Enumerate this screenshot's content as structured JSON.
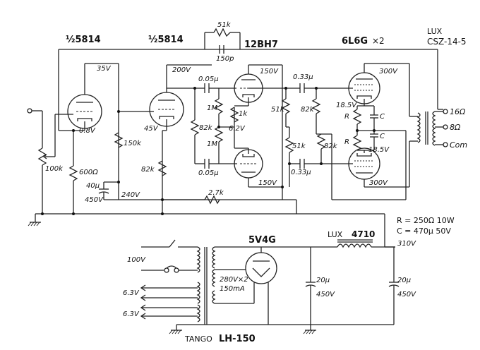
{
  "title_block": {
    "tube_v1": "½5814",
    "tube_v2": "½5814",
    "tube_pi": "12BH7",
    "tube_out": "6L6G",
    "out_count": "×2",
    "output_transformer_brand": "LUX",
    "output_transformer_model": "CSZ-14-5",
    "power_rectifier": "5V4G",
    "choke_brand": "LUX",
    "choke_model": "4710",
    "power_transformer_brand": "TANGO",
    "power_transformer_model": "LH-150"
  },
  "feedback": {
    "resistor": "51k",
    "capacitor": "150p"
  },
  "voltages": {
    "v1_plate": "35V",
    "v1_cathode": "0.8V",
    "v2_plate": "200V",
    "v2_cathode": "45V",
    "pi_top_plate": "150V",
    "pi_cathode": "6.2V",
    "pi_bottom_plate": "150V",
    "out_top_plate": "300V",
    "out_bottom_plate": "300V",
    "out_top_cathode": "18.5V",
    "out_bottom_cathode": "18.5V",
    "b_low": "240V",
    "b_high": "310V"
  },
  "components": {
    "vol_pot": "100k",
    "r_cathode_v1": "600Ω",
    "c_decouple": "40μ",
    "c_decouple_v": "450V",
    "r_v2_grid": "150k",
    "r_v2_load": "82k",
    "c_coup_a": "0.05μ",
    "c_coup_b": "0.05μ",
    "r_1m_a": "1M",
    "r_1m_b": "1M",
    "r_82k_pi": "82k",
    "r_1k": "1k",
    "r_dropper": "2.7k",
    "r_51k_a": "51k",
    "r_51k_b": "51k",
    "r_82k_a": "82k",
    "r_82k_b": "82k",
    "c_out_a": "0.33μ",
    "c_out_b": "0.33μ",
    "r_k_a": "R",
    "r_k_b": "R",
    "c_k_a": "C",
    "c_k_b": "C"
  },
  "taps": {
    "t16": "16Ω",
    "t8": "8Ω",
    "com": "Com"
  },
  "spec_notes": {
    "r_note": "R = 250Ω 10W",
    "c_note": "C = 470μ 50V"
  },
  "power_supply": {
    "mains": "100V",
    "secondary_hv": "280V×2",
    "secondary_current": "150mA",
    "heater_a": "6.3V",
    "heater_b": "6.3V",
    "c_filter_a": "20μ",
    "c_filter_a_v": "450V",
    "c_filter_b": "20μ",
    "c_filter_b_v": "450V"
  }
}
